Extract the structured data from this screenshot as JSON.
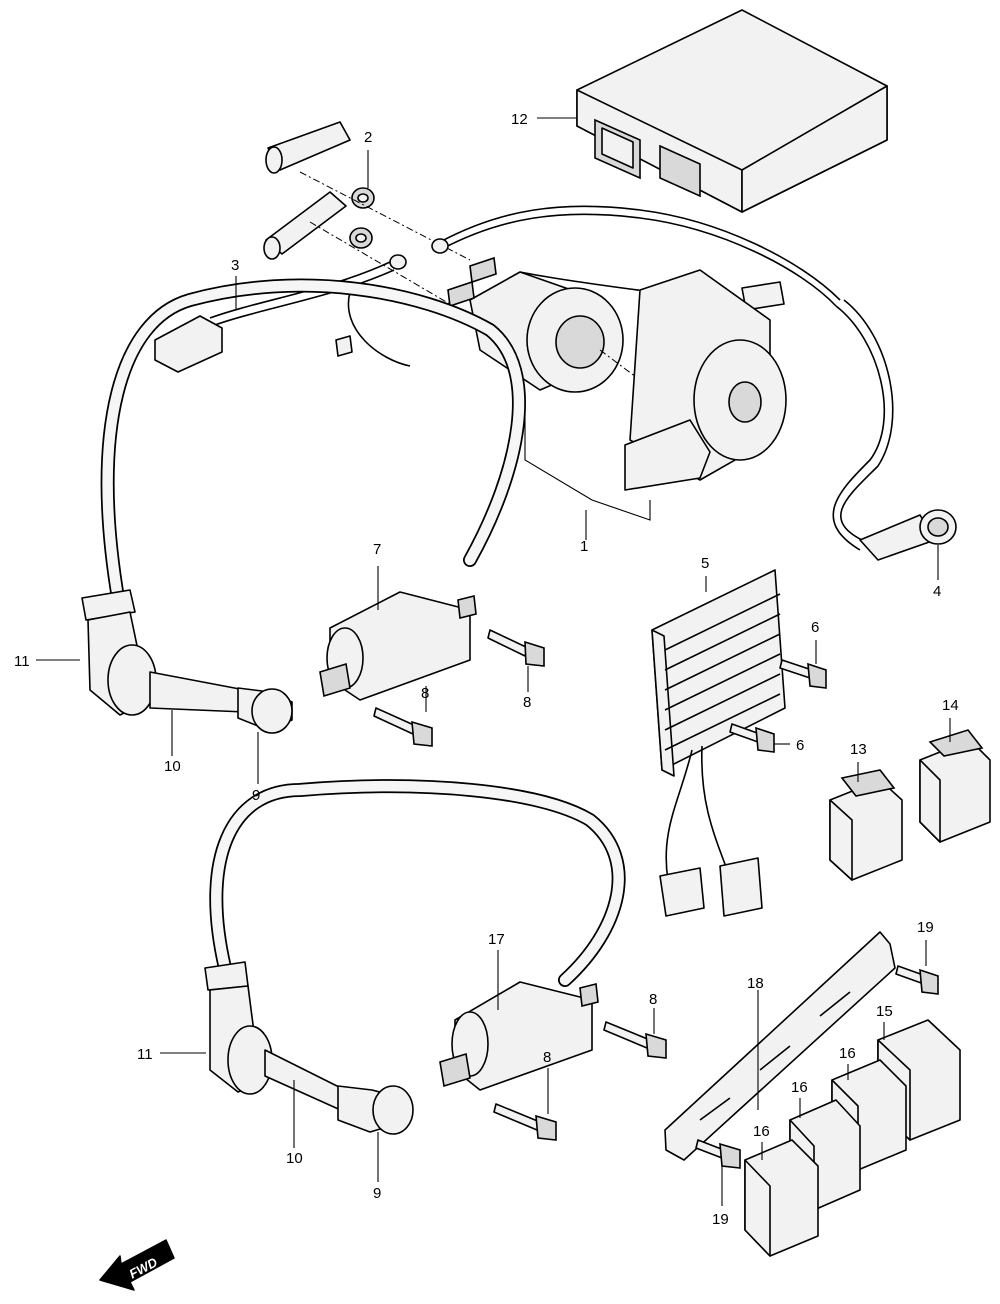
{
  "callouts": {
    "c1": "1",
    "c2": "2",
    "c3": "3",
    "c4": "4",
    "c5": "5",
    "c6a": "6",
    "c6b": "6",
    "c7": "7",
    "c8a": "8",
    "c8b": "8",
    "c8c": "8",
    "c8d": "8",
    "c9a": "9",
    "c9b": "9",
    "c10a": "10",
    "c10b": "10",
    "c11a": "11",
    "c11b": "11",
    "c12": "12",
    "c13": "13",
    "c14": "14",
    "c15": "15",
    "c16a": "16",
    "c16b": "16",
    "c16c": "16",
    "c17": "17",
    "c18": "18",
    "c19a": "19",
    "c19b": "19"
  },
  "direction_label": "FWD"
}
